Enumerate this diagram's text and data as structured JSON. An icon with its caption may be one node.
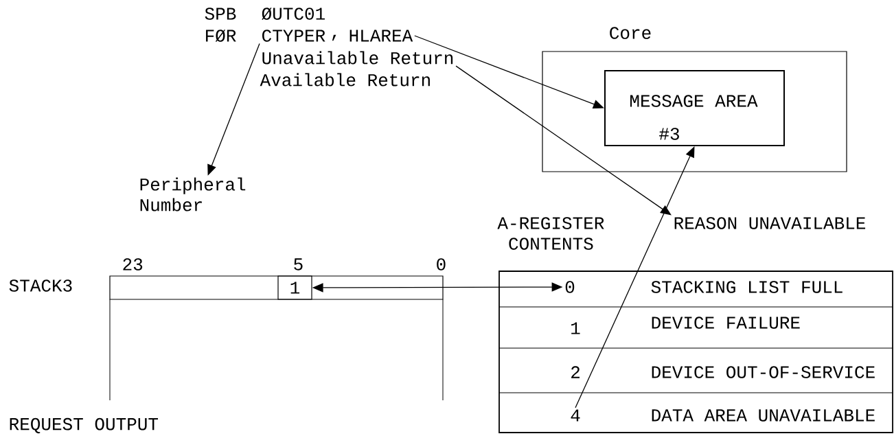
{
  "diagram": {
    "nodes": [
      {
        "text": [
          "CTYPER"
        ]
      },
      {
        "text": [
          "HLAREA"
        ]
      },
      {
        "text": [
          "Unavailable Return"
        ]
      },
      {
        "text": [
          "Core"
        ]
      },
      {
        "text": [
          "MESSAGE AREA",
          "#3"
        ],
        "in": 3
      },
      {
        "text": [
          "Peripheral Number"
        ]
      },
      {
        "text": [
          "REASON UNAVAILABLE"
        ]
      },
      {
        "text": [],
        "shape": "bar"
      },
      {
        "text": [
          "1"
        ],
        "in": 7
      },
      {
        "text": [],
        "shape": "box"
      },
      {
        "text": [
          "0"
        ],
        "in": 9
      },
      {
        "text": [
          "4"
        ],
        "in": 9
      }
    ],
    "edges": [
      {
        "from": 0,
        "to": 5,
        "arrow": "to"
      },
      {
        "from": 1,
        "to": 4,
        "arrow": "to"
      },
      {
        "from": 2,
        "to": 6,
        "arrow": "to"
      },
      {
        "from": 11,
        "to": 4,
        "arrow": "to"
      },
      {
        "from": 8,
        "to": 10,
        "arrow": "both"
      }
    ],
    "labels": [
      "SPB",
      "ØUTC01",
      "FØR",
      ",",
      "Available Return",
      "A-REGISTER CONTENTS",
      "23",
      "5",
      "0",
      "STACK3",
      "STACKING LIST FULL",
      "1",
      "DEVICE FAILURE",
      "2",
      "DEVICE OUT-OF-SERVICE",
      "DATA AREA UNAVAILABLE",
      "REQUEST OUTPUT"
    ]
  }
}
